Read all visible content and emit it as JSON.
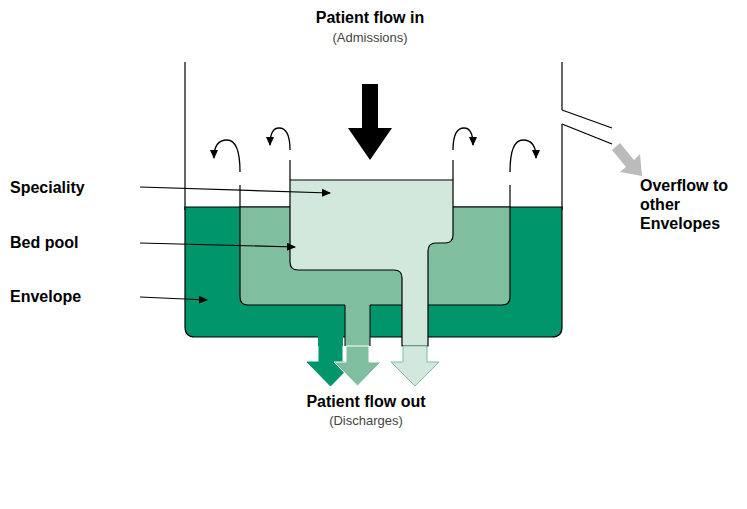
{
  "diagram": {
    "labels": [
      "Patient flow in",
      "(Admissions)",
      "Speciality",
      "Bed pool",
      "Envelope",
      "Overflow to other Envelopes",
      "Patient flow out",
      "(Discharges)"
    ]
  }
}
